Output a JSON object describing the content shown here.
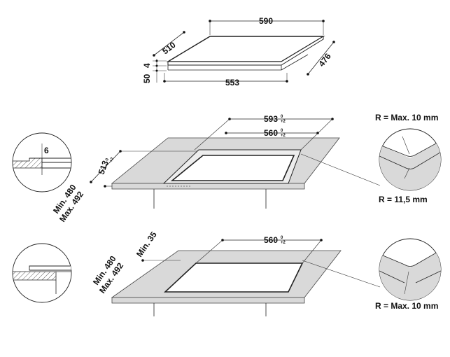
{
  "top_view": {
    "dim_width_top": "590",
    "dim_depth_left": "510",
    "dim_depth_right": "476",
    "dim_width_bottom": "553",
    "dim_height_total": "50",
    "dim_height_glass": "4"
  },
  "cutout_flush": {
    "dim_outer_width": "593",
    "dim_outer_width_tol_top": "0",
    "dim_outer_width_tol_bottom": "+2",
    "dim_inner_width": "560",
    "dim_inner_width_tol_top": "0",
    "dim_inner_width_tol_bottom": "+2",
    "dim_outer_depth": "513",
    "dim_outer_depth_tol_top": "0",
    "dim_outer_depth_tol_bottom": "+2",
    "dim_min_depth": "Min. 480",
    "dim_max_depth": "Max. 492",
    "detail_step_depth": "6",
    "corner_outer_radius": "R = Max. 10 mm",
    "corner_inner_radius": "R = 11,5 mm"
  },
  "cutout_standard": {
    "dim_width": "560",
    "dim_width_tol_top": "0",
    "dim_width_tol_bottom": "+2",
    "dim_min_edge": "Min. 35",
    "dim_min_depth": "Min. 480",
    "dim_max_depth": "Max. 492",
    "corner_radius": "R = Max. 10 mm"
  },
  "colors": {
    "worktop_fill": "#d9d9d9",
    "line": "#222222",
    "background": "#ffffff"
  }
}
